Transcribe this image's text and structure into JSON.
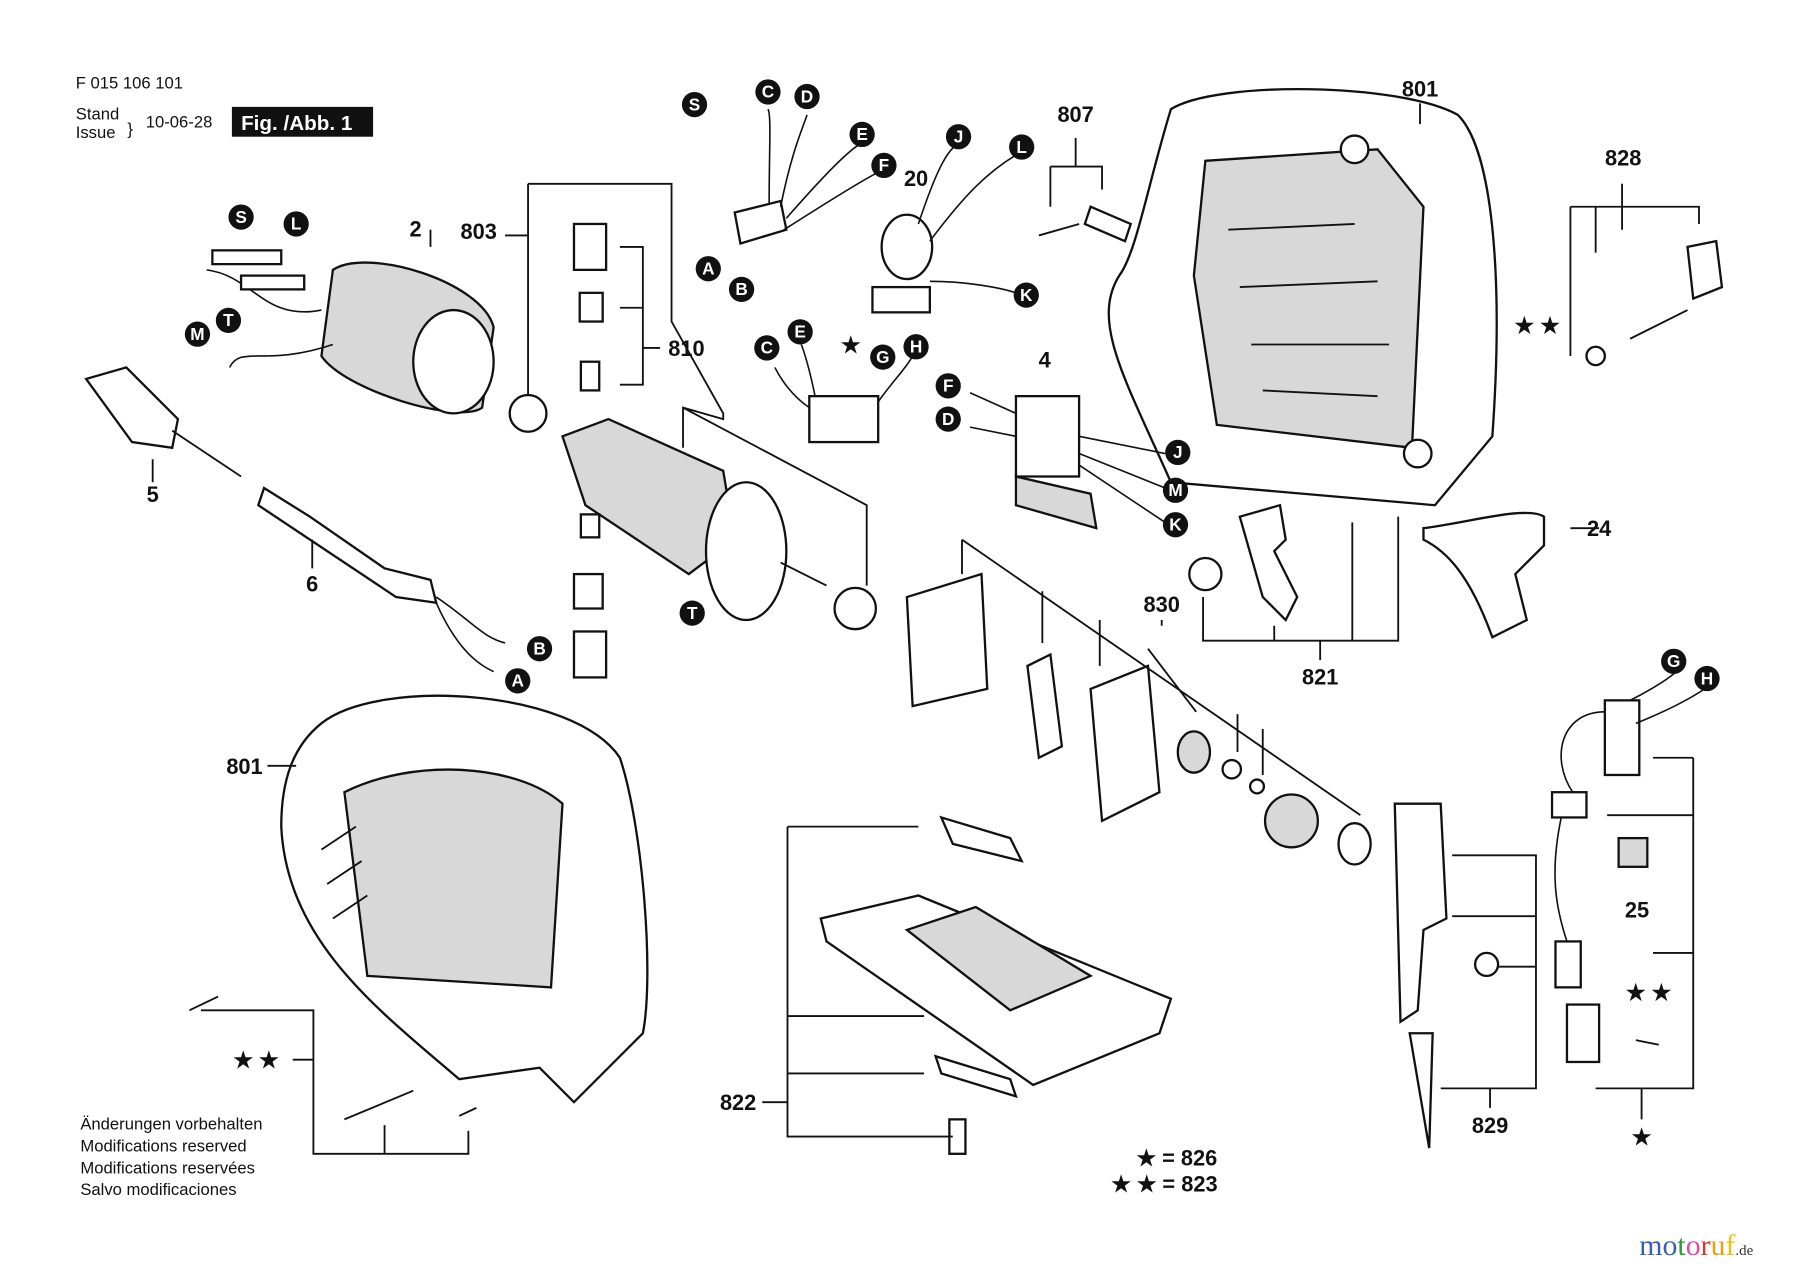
{
  "header": {
    "part_number": "F 015 106 101",
    "stand": "Stand",
    "issue": "Issue",
    "date": "10-06-28",
    "figure": "Fig. /Abb. 1"
  },
  "callouts": [
    "S",
    "C",
    "D",
    "E",
    "F",
    "A",
    "B",
    "J",
    "L",
    "K",
    "S",
    "L",
    "T",
    "M",
    "B",
    "A",
    "T",
    "C",
    "E",
    "G",
    "H",
    "F",
    "D",
    "J",
    "M",
    "K",
    "G",
    "H"
  ],
  "part_numbers": [
    "20",
    "807",
    "801",
    "828",
    "2",
    "803",
    "810",
    "5",
    "6",
    "4",
    "24",
    "830",
    "821",
    "25",
    "829",
    "822",
    "801"
  ],
  "stars": [
    "★",
    "★ ★",
    "★ ★",
    "★",
    "★ ★"
  ],
  "notes": [
    "Änderungen vorbehalten",
    "Modifications reserved",
    "Modifications reservées",
    "Salvo modificaciones"
  ],
  "legend": [
    "★ = 826",
    "★ ★ = 823"
  ],
  "watermark": {
    "text": "motoruf",
    "suffix": ".de",
    "colors": [
      "#3b5fb0",
      "#3b5fb0",
      "#2e9a3e",
      "#e0509a",
      "#d43a2a",
      "#e8a010",
      "#e8c010"
    ]
  }
}
